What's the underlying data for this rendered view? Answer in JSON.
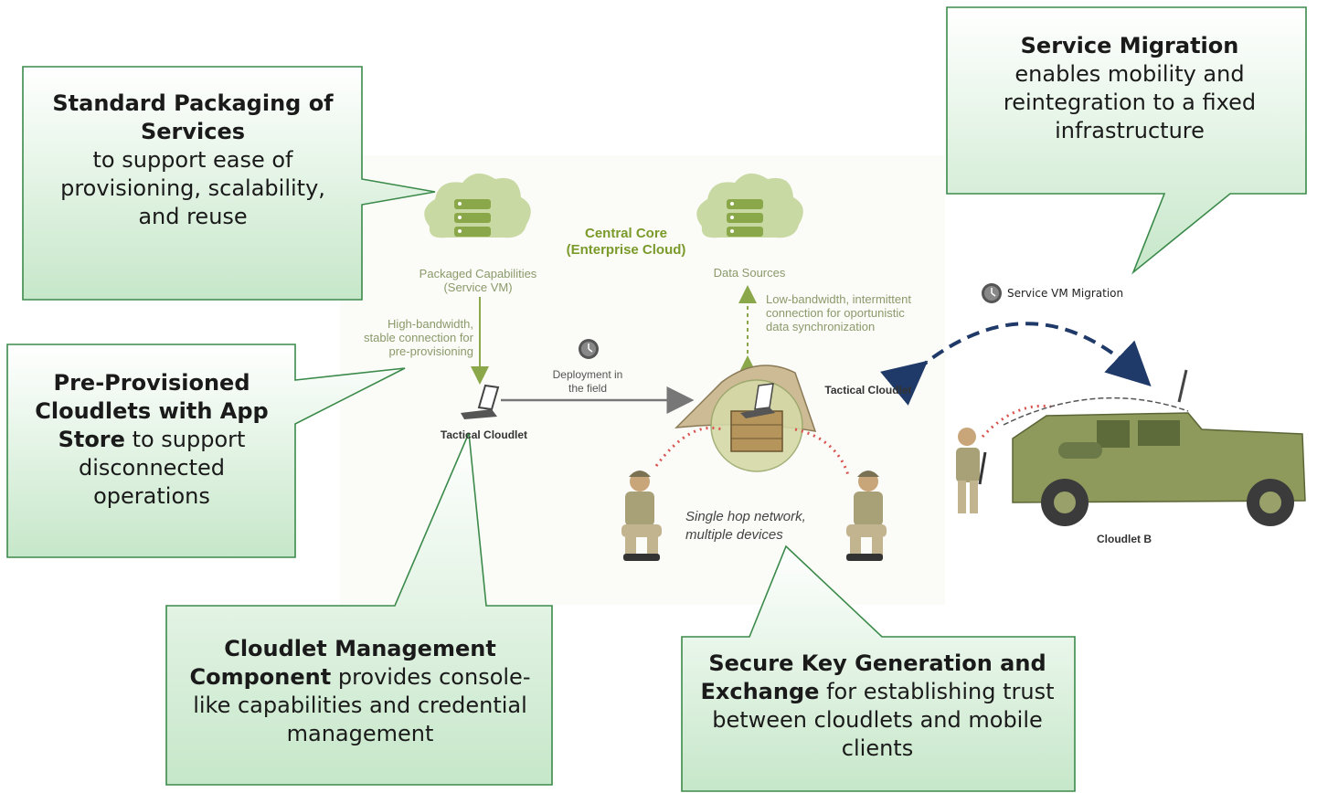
{
  "callouts": {
    "standard_packaging": {
      "title": "Standard Packaging of Services",
      "body": "to support ease of provisioning, scalability, and reuse"
    },
    "service_migration": {
      "title": "Service Migration",
      "body": "enables mobility and reintegration to a fixed infrastructure"
    },
    "pre_provisioned": {
      "title": "Pre-Provisioned Cloudlets with App Store",
      "body": "to support disconnected operations"
    },
    "cloudlet_mgmt": {
      "title": "Cloudlet Management Component",
      "body": "provides console-like capabilities and credential management"
    },
    "secure_key": {
      "title": "Secure Key Generation and Exchange",
      "body": "for establishing trust between cloudlets and mobile clients"
    }
  },
  "diagram": {
    "central_core": "Central Core (Enterprise Cloud)",
    "packaged_capabilities": "Packaged Capabilities (Service VM)",
    "data_sources": "Data Sources",
    "high_bandwidth": "High-bandwidth, stable connection for pre-provisioning",
    "low_bandwidth": "Low-bandwidth, intermittent connection for oportunistic data synchronization",
    "deployment": "Deployment in the field",
    "tactical_cloudlet_left": "Tactical Cloudlet",
    "tactical_cloudlet_right": "Tactical Cloudlet",
    "single_hop": "Single hop network, multiple devices",
    "service_vm_migration": "Service VM Migration",
    "cloudlet_b": "Cloudlet B"
  },
  "colors": {
    "callout_fill_top": "#ffffff",
    "callout_fill_bottom": "#c6e7c9",
    "callout_stroke": "#3b8a4a",
    "cloud_fill": "#c8d7a0",
    "arrow_green": "#8aa84a",
    "migration_arrow": "#1f3a68",
    "tent": "#cdbb96"
  }
}
